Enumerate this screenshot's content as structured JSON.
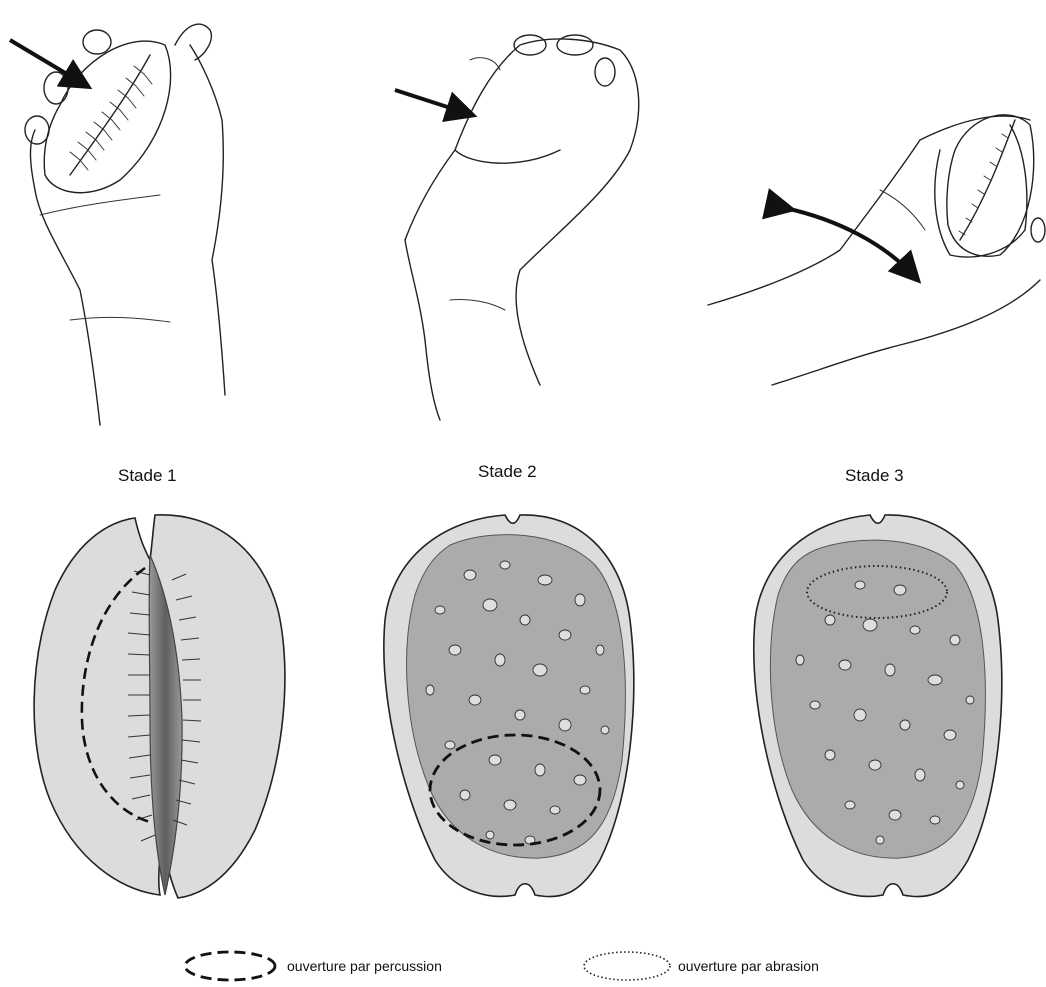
{
  "stages": [
    {
      "label": "Stade 1"
    },
    {
      "label": "Stade 2"
    },
    {
      "label": "Stade 3"
    }
  ],
  "legend": {
    "percussion": "ouverture par percussion",
    "abrasion": "ouverture par abrasion"
  },
  "colors": {
    "shell": "#dcdcdc",
    "dorsal_area": "#ababab",
    "aperture": "#6f6f6f",
    "ink": "#222222"
  }
}
